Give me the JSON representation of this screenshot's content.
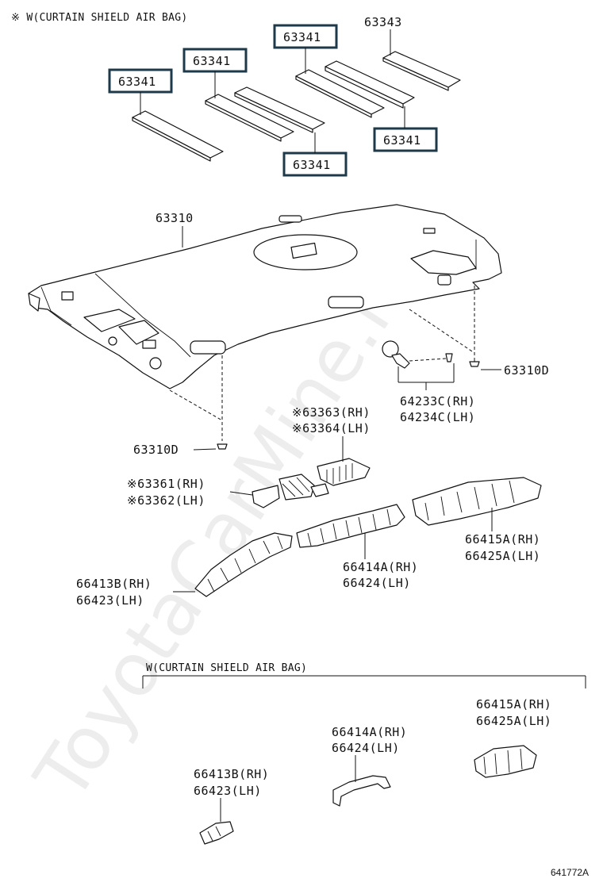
{
  "note_top": "※ W(CURTAIN SHIELD AIR BAG)",
  "note_bottom": "W(CURTAIN SHIELD AIR BAG)",
  "watermark": "ToyotaCarMine.ru",
  "figure_code": "641772A",
  "labels": {
    "p63343": "63343",
    "p63341_a": "63341",
    "p63341_b": "63341",
    "p63341_c": "63341",
    "p63341_d": "63341",
    "p63341_e": "63341",
    "p63310": "63310",
    "p63310d_right": "63310D",
    "p63310d_left": "63310D",
    "p64233c": "64233C(RH)",
    "p64234c": "64234C(LH)",
    "p63363": "※63363(RH)",
    "p63364": "※63364(LH)",
    "p63361": "※63361(RH)",
    "p63362": "※63362(LH)",
    "p66415a_top": "66415A(RH)",
    "p66425a_top": "66425A(LH)",
    "p66414a_top": "66414A(RH)",
    "p66424_top": "66424(LH)",
    "p66413b_top": "66413B(RH)",
    "p66423_top": "66423(LH)",
    "p66415a_bot": "66415A(RH)",
    "p66425a_bot": "66425A(LH)",
    "p66414a_bot": "66414A(RH)",
    "p66424_bot": "66424(LH)",
    "p66413b_bot": "66413B(RH)",
    "p66423_bot": "66423(LH)"
  }
}
